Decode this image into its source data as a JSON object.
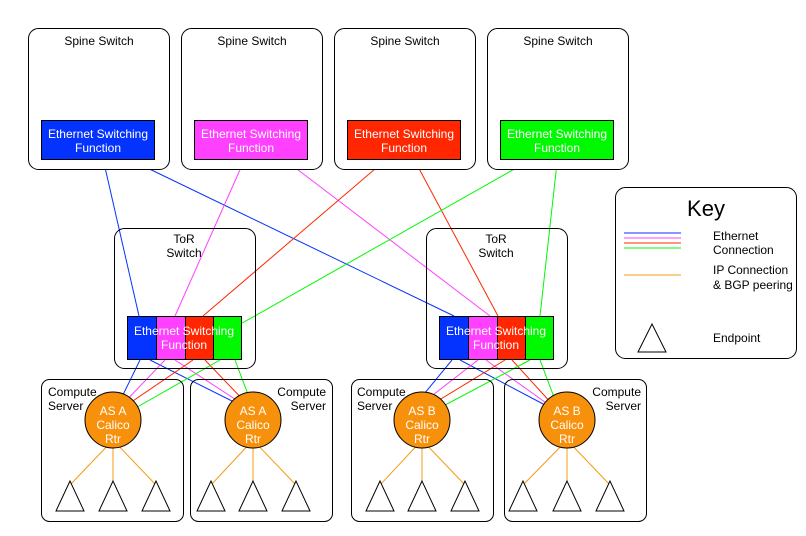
{
  "spine_switches": [
    {
      "label": "Spine Switch",
      "function_label": [
        "Ethernet Switching",
        "Function"
      ],
      "color": "#0433ff"
    },
    {
      "label": "Spine Switch",
      "function_label": [
        "Ethernet Switching",
        "Function"
      ],
      "color": "#ff40ff"
    },
    {
      "label": "Spine Switch",
      "function_label": [
        "Ethernet Switching",
        "Function"
      ],
      "color": "#ff2600"
    },
    {
      "label": "Spine Switch",
      "function_label": [
        "Ethernet Switching",
        "Function"
      ],
      "color": "#00f900"
    }
  ],
  "tor_switches": [
    {
      "label": [
        "ToR",
        "Switch"
      ],
      "function_label": [
        "Ethernet Switching",
        "Function"
      ]
    },
    {
      "label": [
        "ToR",
        "Switch"
      ],
      "function_label": [
        "Ethernet Switching",
        "Function"
      ]
    }
  ],
  "compute_servers": [
    {
      "label": [
        "Compute",
        "Server"
      ],
      "router": [
        "AS A",
        "Calico",
        "Rtr"
      ]
    },
    {
      "label": [
        "Compute",
        "Server"
      ],
      "router": [
        "AS A",
        "Calico",
        "Rtr"
      ]
    },
    {
      "label": [
        "Compute",
        "Server"
      ],
      "router": [
        "AS B",
        "Calico",
        "Rtr"
      ]
    },
    {
      "label": [
        "Compute",
        "Server"
      ],
      "router": [
        "AS B",
        "Calico",
        "Rtr"
      ]
    }
  ],
  "key": {
    "title": "Key",
    "ethernet_label": [
      "Ethernet",
      "Connection"
    ],
    "ip_label": [
      "IP Connection",
      "& BGP peering"
    ],
    "endpoint_label": "Endpoint"
  },
  "colors": {
    "blue": "#0433ff",
    "magenta": "#ff40ff",
    "red": "#ff2600",
    "green": "#00f900",
    "router": "#f7900b",
    "ip_connection": "#f39c12"
  }
}
